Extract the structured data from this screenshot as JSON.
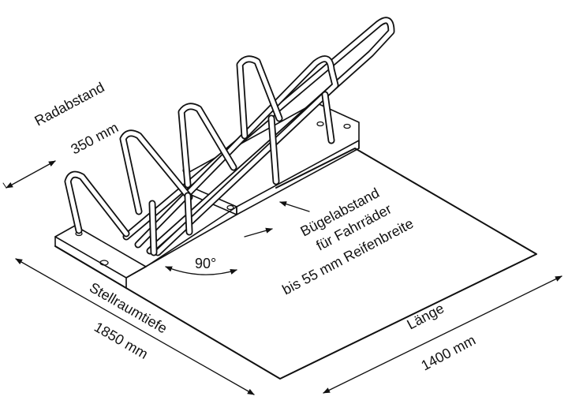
{
  "labels": {
    "radabstand": "Radabstand",
    "radabstand_value": "350 mm",
    "buegel_line1": "Bügelabstand",
    "buegel_line2": "für Fahrräder",
    "buegel_line3": "bis 55 mm Reifenbreite",
    "angle": "90°",
    "stellraumtiefe": "Stellraumtiefe",
    "stellraumtiefe_value": "1850 mm",
    "laenge": "Länge",
    "laenge_value": "1400 mm"
  },
  "colors": {
    "line": "#111111",
    "background": "#ffffff"
  }
}
